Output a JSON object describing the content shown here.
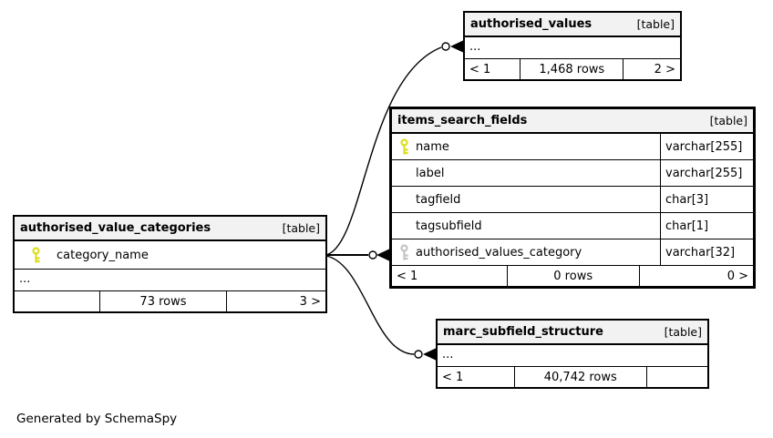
{
  "diagram": {
    "footer_note": "Generated by SchemaSpy",
    "colors": {
      "primary_key": "#dede20",
      "foreign_key": "#c4c4c4",
      "header_bg": "#f2f2f2",
      "line": "#000000"
    },
    "tables": {
      "authorised_values": {
        "name": "authorised_values",
        "type_label": "[table]",
        "ellipsis": "...",
        "footer": {
          "left": "< 1",
          "center": "1,468 rows",
          "right": "2 >"
        }
      },
      "items_search_fields": {
        "name": "items_search_fields",
        "type_label": "[table]",
        "columns": [
          {
            "name": "name",
            "type": "varchar[255]",
            "key": "primary"
          },
          {
            "name": "label",
            "type": "varchar[255]",
            "key": null
          },
          {
            "name": "tagfield",
            "type": "char[3]",
            "key": null
          },
          {
            "name": "tagsubfield",
            "type": "char[1]",
            "key": null
          },
          {
            "name": "authorised_values_category",
            "type": "varchar[32]",
            "key": "foreign"
          }
        ],
        "footer": {
          "left": "< 1",
          "center": "0 rows",
          "right": "0 >"
        }
      },
      "authorised_value_categories": {
        "name": "authorised_value_categories",
        "type_label": "[table]",
        "columns": [
          {
            "name": "category_name",
            "key": "primary"
          }
        ],
        "ellipsis": "...",
        "footer": {
          "left": "",
          "center": "73 rows",
          "right": "3 >"
        }
      },
      "marc_subfield_structure": {
        "name": "marc_subfield_structure",
        "type_label": "[table]",
        "ellipsis": "...",
        "footer": {
          "left": "< 1",
          "center": "40,742 rows",
          "right": ""
        }
      }
    }
  }
}
